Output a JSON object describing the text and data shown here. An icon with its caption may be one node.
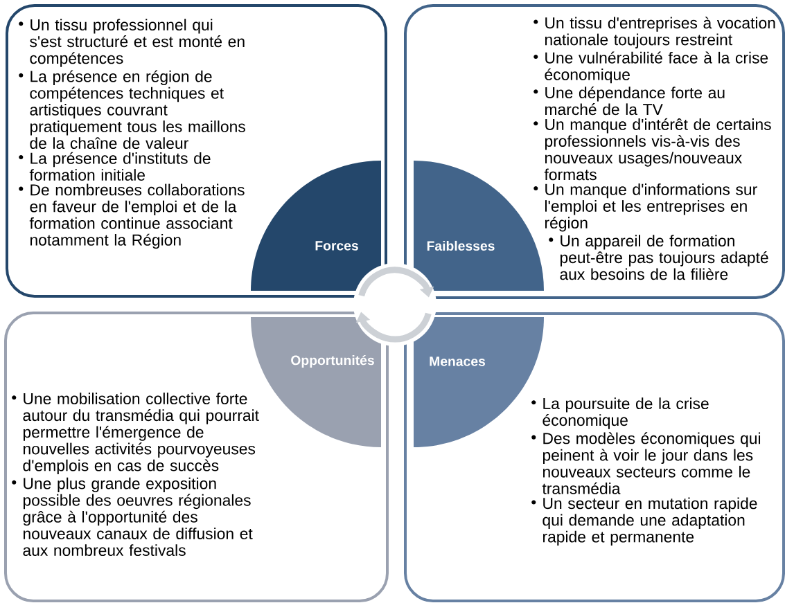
{
  "diagram": {
    "nodes": [
      {
        "text": [
          "Un tissu professionnel qui s'est structuré et est monté en compétences",
          "La présence en région de compétences techniques et artistiques couvrant pratiquement tous les maillons de la chaîne de valeur",
          "La présence d'instituts de formation initiale",
          "De nombreuses collaborations en faveur de l'emploi et de la formation continue associant notamment la Région"
        ]
      },
      {
        "text": [
          "Forces"
        ],
        "in": 0
      },
      {
        "text": [
          "Un tissu d'entreprises à vocation nationale toujours restreint",
          "Une vulnérabilité face à la crise économique",
          "Une dépendance forte au marché de la TV",
          "Un manque d'intérêt de certains professionnels vis-à-vis des nouveaux usages/nouveaux formats",
          "Un manque d'informations sur l'emploi et les entreprises en région",
          "Un appareil de formation peut-être pas toujours adapté aux besoins de la filière"
        ]
      },
      {
        "text": [
          "Faiblesses"
        ],
        "in": 2
      },
      {
        "text": [
          "Une mobilisation collective forte autour du transmédia qui pourrait permettre l'émergence de nouvelles activités pourvoyeuses d'emplois en cas de succès",
          "Une plus grande exposition possible des oeuvres régionales grâce à l'opportunité des nouveaux canaux de diffusion et aux nombreux festivals"
        ]
      },
      {
        "text": [
          "Opportunités"
        ],
        "in": 4
      },
      {
        "text": [
          "La poursuite de la crise économique",
          "Des modèles économiques qui peinent à voir le jour dans les nouveaux secteurs comme le transmédia",
          "Un secteur en mutation rapide qui demande une adaptation rapide et permanente"
        ]
      },
      {
        "text": [
          "Menaces"
        ],
        "in": 6
      },
      {
        "text": [],
        "shape": "circle"
      }
    ]
  }
}
